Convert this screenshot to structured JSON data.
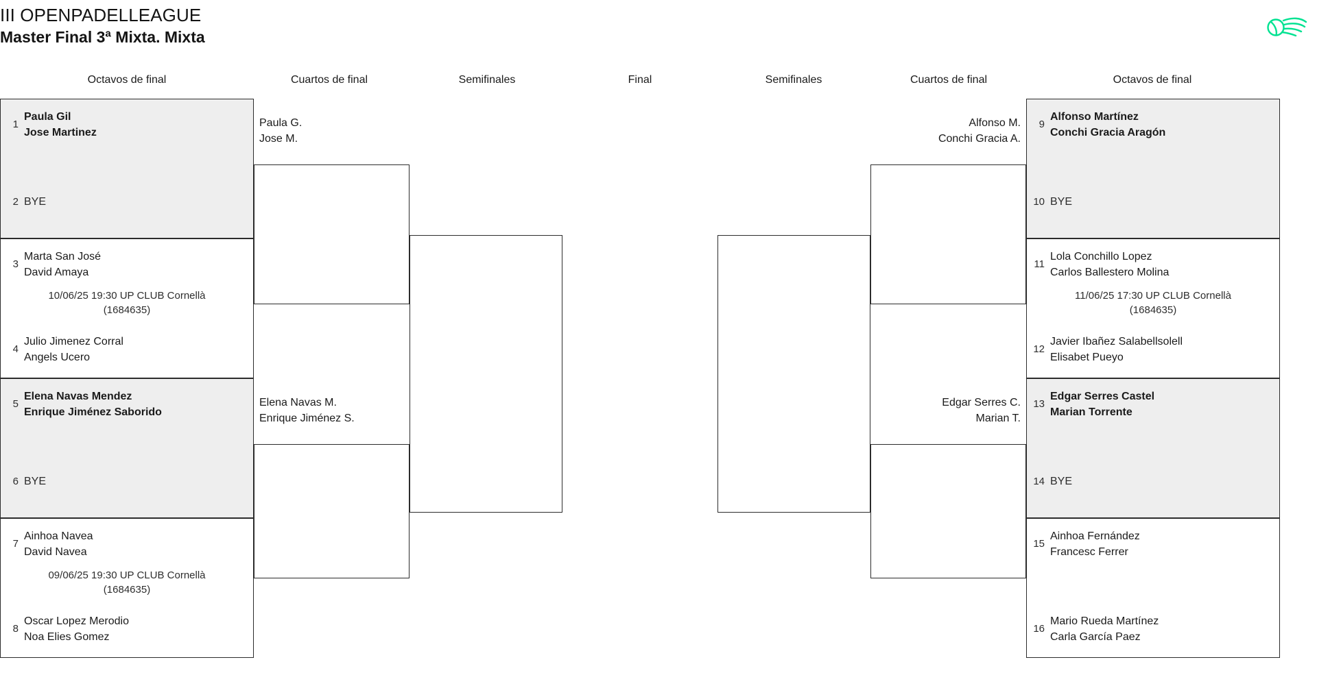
{
  "header": {
    "title_line1": "III OPENPADELLEAGUE",
    "title_line2": "Master Final 3ª Mixta. Mixta",
    "logo_name": "padel-ball-swoosh-logo",
    "logo_color": "#00e291"
  },
  "theme": {
    "bye_row_background": "#eeeeee",
    "line_color": "#2b2b2b",
    "text_color": "#1a1a1a"
  },
  "round_headers": {
    "left": [
      "Octavos de final",
      "Cuartos de final",
      "Semifinales"
    ],
    "center": "Final",
    "right": [
      "Semifinales",
      "Cuartos de final",
      "Octavos de final"
    ]
  },
  "left_bracket": {
    "round_of_16": [
      {
        "shaded": true,
        "top": {
          "seed": "1",
          "players": [
            "Paula Gil",
            "Jose Martinez"
          ],
          "winner": true,
          "bye": false
        },
        "bottom": {
          "seed": "2",
          "players": [
            "BYE"
          ],
          "winner": false,
          "bye": true
        },
        "schedule": null
      },
      {
        "shaded": false,
        "top": {
          "seed": "3",
          "players": [
            "Marta San José",
            "David Amaya"
          ],
          "winner": false,
          "bye": false
        },
        "bottom": {
          "seed": "4",
          "players": [
            "Julio Jimenez Corral",
            "Angels Ucero"
          ],
          "winner": false,
          "bye": false
        },
        "schedule": {
          "line1": "10/06/25 19:30 UP CLUB Cornellà",
          "line2": "(1684635)"
        }
      },
      {
        "shaded": true,
        "top": {
          "seed": "5",
          "players": [
            "Elena Navas Mendez",
            "Enrique Jiménez Saborido"
          ],
          "winner": true,
          "bye": false
        },
        "bottom": {
          "seed": "6",
          "players": [
            "BYE"
          ],
          "winner": false,
          "bye": true
        },
        "schedule": null
      },
      {
        "shaded": false,
        "top": {
          "seed": "7",
          "players": [
            "Ainhoa Navea",
            "David Navea"
          ],
          "winner": false,
          "bye": false
        },
        "bottom": {
          "seed": "8",
          "players": [
            "Oscar Lopez Merodio",
            "Noa Elies Gomez"
          ],
          "winner": false,
          "bye": false
        },
        "schedule": {
          "line1": "09/06/25 19:30 UP CLUB Cornellà",
          "line2": "(1684635)"
        }
      }
    ],
    "quarterfinals": [
      {
        "players": [
          "Paula G.",
          "Jose M."
        ]
      },
      {
        "players": [
          "Elena Navas M.",
          "Enrique Jiménez S."
        ]
      }
    ],
    "semifinals": [
      {
        "players": []
      }
    ]
  },
  "right_bracket": {
    "round_of_16": [
      {
        "shaded": true,
        "top": {
          "seed": "9",
          "players": [
            "Alfonso Martínez",
            "Conchi Gracia Aragón"
          ],
          "winner": true,
          "bye": false
        },
        "bottom": {
          "seed": "10",
          "players": [
            "BYE"
          ],
          "winner": false,
          "bye": true
        },
        "schedule": null
      },
      {
        "shaded": false,
        "top": {
          "seed": "11",
          "players": [
            "Lola Conchillo Lopez",
            "Carlos Ballestero Molina"
          ],
          "winner": false,
          "bye": false
        },
        "bottom": {
          "seed": "12",
          "players": [
            "Javier Ibañez Salabellsolell",
            "Elisabet Pueyo"
          ],
          "winner": false,
          "bye": false
        },
        "schedule": {
          "line1": "11/06/25 17:30 UP CLUB Cornellà",
          "line2": "(1684635)"
        }
      },
      {
        "shaded": true,
        "top": {
          "seed": "13",
          "players": [
            "Edgar Serres Castel",
            "Marian Torrente"
          ],
          "winner": true,
          "bye": false
        },
        "bottom": {
          "seed": "14",
          "players": [
            "BYE"
          ],
          "winner": false,
          "bye": true
        },
        "schedule": null
      },
      {
        "shaded": false,
        "top": {
          "seed": "15",
          "players": [
            "Ainhoa Fernández",
            "Francesc Ferrer"
          ],
          "winner": false,
          "bye": false
        },
        "bottom": {
          "seed": "16",
          "players": [
            "Mario Rueda Martínez",
            "Carla García Paez"
          ],
          "winner": false,
          "bye": false
        },
        "schedule": null
      }
    ],
    "quarterfinals": [
      {
        "players": [
          "Alfonso M.",
          "Conchi Gracia A."
        ]
      },
      {
        "players": [
          "Edgar Serres C.",
          "Marian T."
        ]
      }
    ],
    "semifinals": [
      {
        "players": []
      }
    ]
  }
}
